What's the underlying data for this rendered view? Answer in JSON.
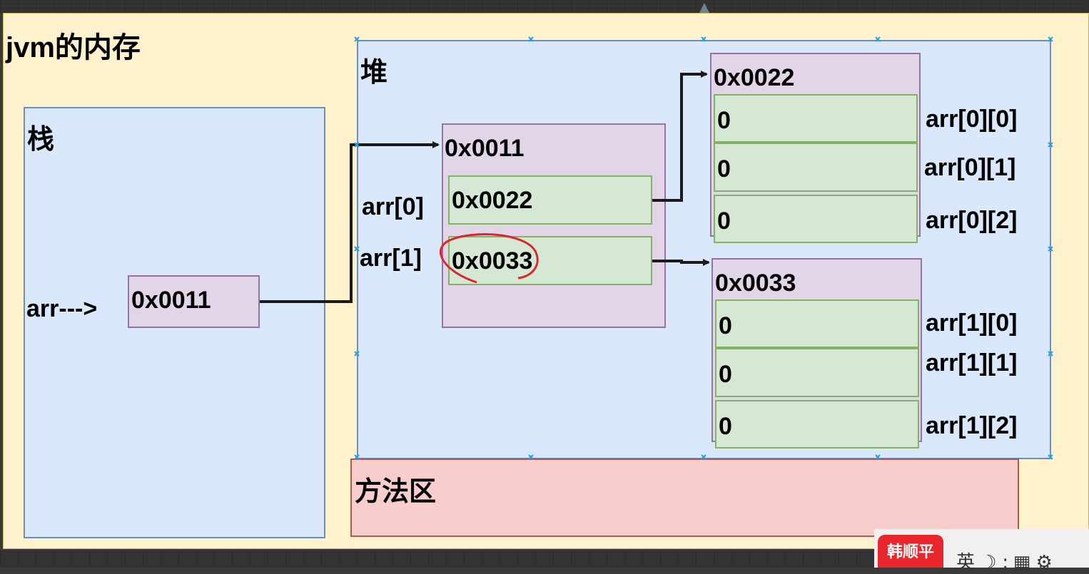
{
  "diagram": {
    "title": "jvm的内存",
    "stack": {
      "label": "栈",
      "pointer_label": "arr--->",
      "cell_value": "0x0011"
    },
    "heap": {
      "label": "堆",
      "outer_array": {
        "address": "0x0011",
        "cells": [
          "0x0022",
          "0x0033"
        ],
        "cell_labels": [
          "arr[0]",
          "arr[1]"
        ]
      },
      "inner_arrays": [
        {
          "address": "0x0022",
          "values": [
            "0",
            "0",
            "0"
          ],
          "labels": [
            "arr[0][0]",
            "arr[0][1]",
            "arr[0][2]"
          ]
        },
        {
          "address": "0x0033",
          "values": [
            "0",
            "0",
            "0"
          ],
          "labels": [
            "arr[1][0]",
            "arr[1][1]",
            "arr[1][2]"
          ]
        }
      ]
    },
    "method_area": {
      "label": "方法区"
    }
  },
  "watermark": {
    "badge_text": "韩顺平",
    "toolbar_text": "英 ☽ ⁏ ▦ ⚙"
  },
  "colors": {
    "canvas": "#fff2cc",
    "memory_region": "#dae8fc",
    "method_area": "#f8cecc",
    "array_box": "#e1d5e7",
    "cell": "#d5e8d4",
    "highlight_circle": "#d8282f"
  }
}
